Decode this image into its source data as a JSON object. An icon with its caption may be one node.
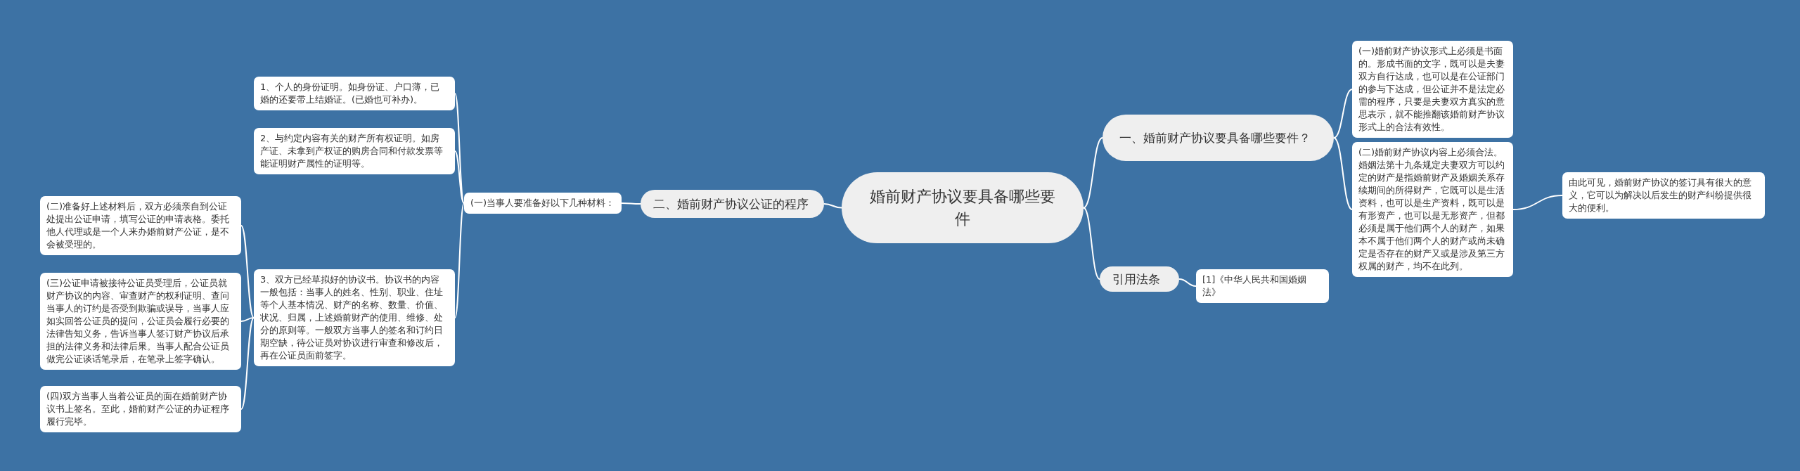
{
  "diagram": {
    "nodes": [
      {
        "text": [
          "婚前财产协议要具备哪些要件"
        ]
      },
      {
        "text": [
          "一、婚前财产协议要具备哪些要件？"
        ]
      },
      {
        "text": [
          "(一)婚前财产协议形式上必须是书面的。形成书面的文字，既可以是夫妻双方自行达成，也可以是在公证部门的参与下达成，但公证并不是法定必需的程序，只要是夫妻双方真实的意思表示，就不能推翻该婚前财产协议形式上的合法有效性。"
        ]
      },
      {
        "text": [
          "(二)婚前财产协议内容上必须合法。婚姻法第十九条规定夫妻双方可以约定的财产是指婚前财产及婚姻关系存续期间的所得财产，它既可以是生活资料，也可以是生产资料，既可以是有形资产，也可以是无形资产，但都必须是属于他们两个人的财产，如果本不属于他们两个人的财产或尚未确定是否存在的财产又或是涉及第三方权属的财产，均不在此列。"
        ]
      },
      {
        "text": [
          "由此可见，婚前财产协议的签订具有很大的意义，它可以为解决以后发生的财产纠纷提供很大的便利。"
        ]
      },
      {
        "text": [
          "引用法条"
        ]
      },
      {
        "text": [
          "[1]《中华人民共和国婚姻法》"
        ]
      },
      {
        "text": [
          "二、婚前财产协议公证的程序"
        ]
      },
      {
        "text": [
          "(一)当事人要准备好以下几种材料："
        ]
      },
      {
        "text": [
          "1、个人的身份证明。如身份证、户口薄，已婚的还要带上结婚证。(已婚也可补办)。"
        ]
      },
      {
        "text": [
          "2、与约定内容有关的财产所有权证明。如房产证、未拿到产权证的购房合同和付款发票等能证明财产属性的证明等。"
        ]
      },
      {
        "text": [
          "3、双方已经草拟好的协议书。协议书的内容一般包括：当事人的姓名、性别、职业、住址等个人基本情况、财产的名称、数量、价值、状况、归属，上述婚前财产的使用、维修、处分的原则等。一般双方当事人的签名和订约日期空缺，待公证员对协议进行审查和修改后，再在公证员面前签字。"
        ]
      },
      {
        "text": [
          "(二)准备好上述材料后，双方必须亲自到公证处提出公证申请，填写公证的申请表格。委托他人代理或是一个人来办婚前财产公证，是不会被受理的。"
        ]
      },
      {
        "text": [
          "(三)公证申请被接待公证员受理后，公证员就财产协议的内容、审查财产的权利证明、查问当事人的订约是否受到欺骗或误导，当事人应如实回答公证员的提问，公证员会履行必要的法律告知义务，告诉当事人签订财产协议后承担的法律义务和法律后果。当事人配合公证员做完公证谈话笔录后，在笔录上签字确认。"
        ]
      },
      {
        "text": [
          "(四)双方当事人当着公证员的面在婚前财产协议书上签名。至此，婚前财产公证的办证程序履行完毕。"
        ]
      }
    ],
    "edges": [
      {
        "from": 0,
        "to": 1,
        "arrow": "none"
      },
      {
        "from": 1,
        "to": 2,
        "arrow": "none"
      },
      {
        "from": 1,
        "to": 3,
        "arrow": "none"
      },
      {
        "from": 3,
        "to": 4,
        "arrow": "none"
      },
      {
        "from": 0,
        "to": 5,
        "arrow": "none"
      },
      {
        "from": 5,
        "to": 6,
        "arrow": "none"
      },
      {
        "from": 0,
        "to": 7,
        "arrow": "none"
      },
      {
        "from": 7,
        "to": 8,
        "arrow": "none"
      },
      {
        "from": 8,
        "to": 9,
        "arrow": "none"
      },
      {
        "from": 8,
        "to": 10,
        "arrow": "none"
      },
      {
        "from": 8,
        "to": 11,
        "arrow": "none"
      },
      {
        "from": 11,
        "to": 12,
        "arrow": "none"
      },
      {
        "from": 11,
        "to": 13,
        "arrow": "none"
      },
      {
        "from": 11,
        "to": 14,
        "arrow": "none"
      }
    ]
  }
}
